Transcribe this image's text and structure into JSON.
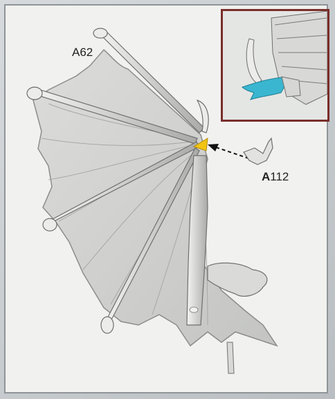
{
  "labels": {
    "wing_part": "A62",
    "part_letter": "A",
    "part_number": "112"
  },
  "colors": {
    "panel_background": "#f1f1ef",
    "inset_border": "#7a2e2a",
    "highlight_part": "#3ab6d0",
    "attachment_marker": "#f2c414",
    "arrow": "#111111"
  },
  "icons": {
    "attachment_marker": "yellow-triangle-icon",
    "assembly_arrow": "dashed-arrow-icon"
  }
}
